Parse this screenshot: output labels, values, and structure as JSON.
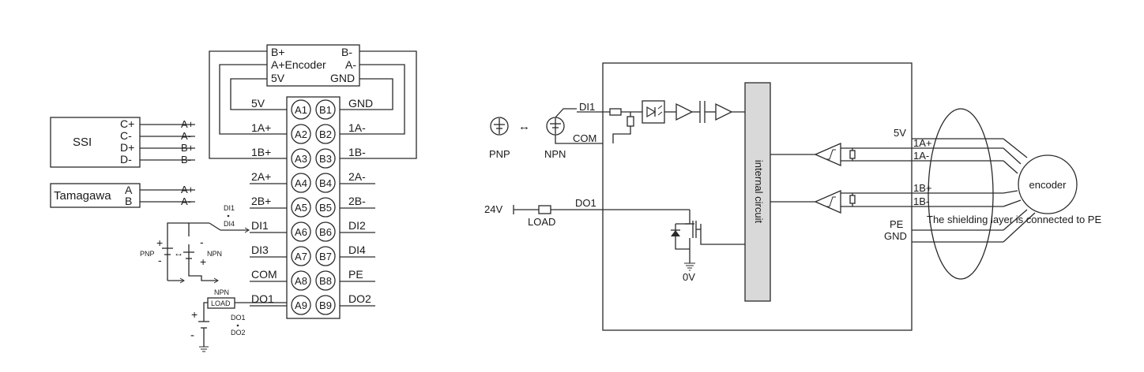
{
  "encoder_box": {
    "b_plus": "B+",
    "b_minus": "B-",
    "a_plus_encoder": "A+Encoder",
    "a_minus": "A-",
    "v5": "5V",
    "gnd": "GND"
  },
  "connector": {
    "pins_a": [
      "A1",
      "A2",
      "A3",
      "A4",
      "A5",
      "A6",
      "A7",
      "A8",
      "A9"
    ],
    "pins_b": [
      "B1",
      "B2",
      "B3",
      "B4",
      "B5",
      "B6",
      "B7",
      "B8",
      "B9"
    ],
    "labels_left": [
      "5V",
      "1A+",
      "1B+",
      "2A+",
      "2B+",
      "DI1",
      "DI3",
      "COM",
      "DO1"
    ],
    "labels_right": [
      "GND",
      "1A-",
      "1B-",
      "2A-",
      "2B-",
      "DI2",
      "DI4",
      "PE",
      "DO2"
    ]
  },
  "ssi": {
    "name": "SSI",
    "pins": [
      "C+",
      "C-",
      "D+",
      "D-"
    ],
    "outs": [
      "A+",
      "A-",
      "B+",
      "B-"
    ]
  },
  "tamagawa": {
    "name": "Tamagawa",
    "pin_a": "A",
    "pin_b": "B",
    "outs": [
      "A+",
      "A-"
    ]
  },
  "left_inputs": {
    "di1": "DI1",
    "di4": "DI4",
    "pnp": "PNP",
    "npn": "NPN",
    "plus": "+",
    "minus": "-",
    "arrow": "↔"
  },
  "left_outputs": {
    "npn": "NPN",
    "load": "LOAD",
    "do1": "DO1",
    "do2": "DO2",
    "plus": "+",
    "minus": "-"
  },
  "right": {
    "pnp": "PNP",
    "npn": "NPN",
    "arrow": "↔",
    "di1": "DI1",
    "com": "COM",
    "v24": "24V",
    "load": "LOAD",
    "do1": "DO1",
    "ov": "0V",
    "internal": "internal circuit",
    "v5": "5V",
    "a_plus": "1A+",
    "a_minus": "1A-",
    "b_plus": "1B+",
    "b_minus": "1B-",
    "pe": "PE",
    "gnd": "GND",
    "encoder": "encoder",
    "shield_note": "The shielding layer is connected to PE"
  }
}
